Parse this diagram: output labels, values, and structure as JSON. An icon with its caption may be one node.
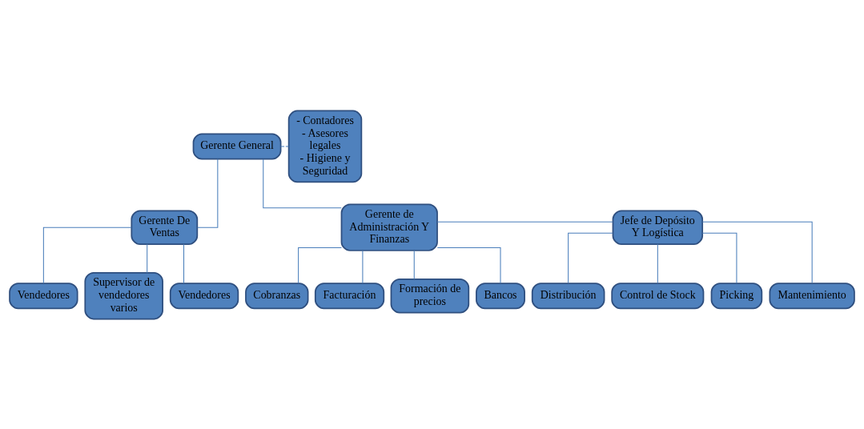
{
  "diagram": {
    "nodes": [
      {
        "text": [
          "Gerente General"
        ]
      },
      {
        "text": [
          "- Contadores",
          "- Asesores legales",
          "- Higiene y Seguridad"
        ]
      },
      {
        "text": [
          "Gerente De Ventas"
        ]
      },
      {
        "text": [
          "Gerente de Administración Y Finanzas"
        ]
      },
      {
        "text": [
          "Jefe de Depósito Y Logística"
        ]
      },
      {
        "text": [
          "Vendedores"
        ]
      },
      {
        "text": [
          "Supervisor de vendedores varios"
        ]
      },
      {
        "text": [
          "Vendedores"
        ]
      },
      {
        "text": [
          "Cobranzas"
        ]
      },
      {
        "text": [
          "Facturación"
        ]
      },
      {
        "text": [
          "Formación de precios"
        ]
      },
      {
        "text": [
          "Bancos"
        ]
      },
      {
        "text": [
          "Distribución"
        ]
      },
      {
        "text": [
          "Control de Stock"
        ]
      },
      {
        "text": [
          "Picking"
        ]
      },
      {
        "text": [
          "Mantenimiento"
        ]
      }
    ],
    "edges": [
      {
        "from": 0,
        "to": 1,
        "arrow": "none",
        "style": "dashed"
      },
      {
        "from": 0,
        "to": 2,
        "arrow": "none"
      },
      {
        "from": 0,
        "to": 3,
        "arrow": "none"
      },
      {
        "from": 3,
        "to": 4,
        "arrow": "none"
      },
      {
        "from": 2,
        "to": 5,
        "arrow": "none"
      },
      {
        "from": 2,
        "to": 6,
        "arrow": "none"
      },
      {
        "from": 2,
        "to": 7,
        "arrow": "none"
      },
      {
        "from": 3,
        "to": 8,
        "arrow": "none"
      },
      {
        "from": 3,
        "to": 9,
        "arrow": "none"
      },
      {
        "from": 3,
        "to": 10,
        "arrow": "none"
      },
      {
        "from": 3,
        "to": 11,
        "arrow": "none"
      },
      {
        "from": 4,
        "to": 12,
        "arrow": "none"
      },
      {
        "from": 4,
        "to": 13,
        "arrow": "none"
      },
      {
        "from": 4,
        "to": 14,
        "arrow": "none"
      },
      {
        "from": 4,
        "to": 15,
        "arrow": "none"
      }
    ]
  }
}
